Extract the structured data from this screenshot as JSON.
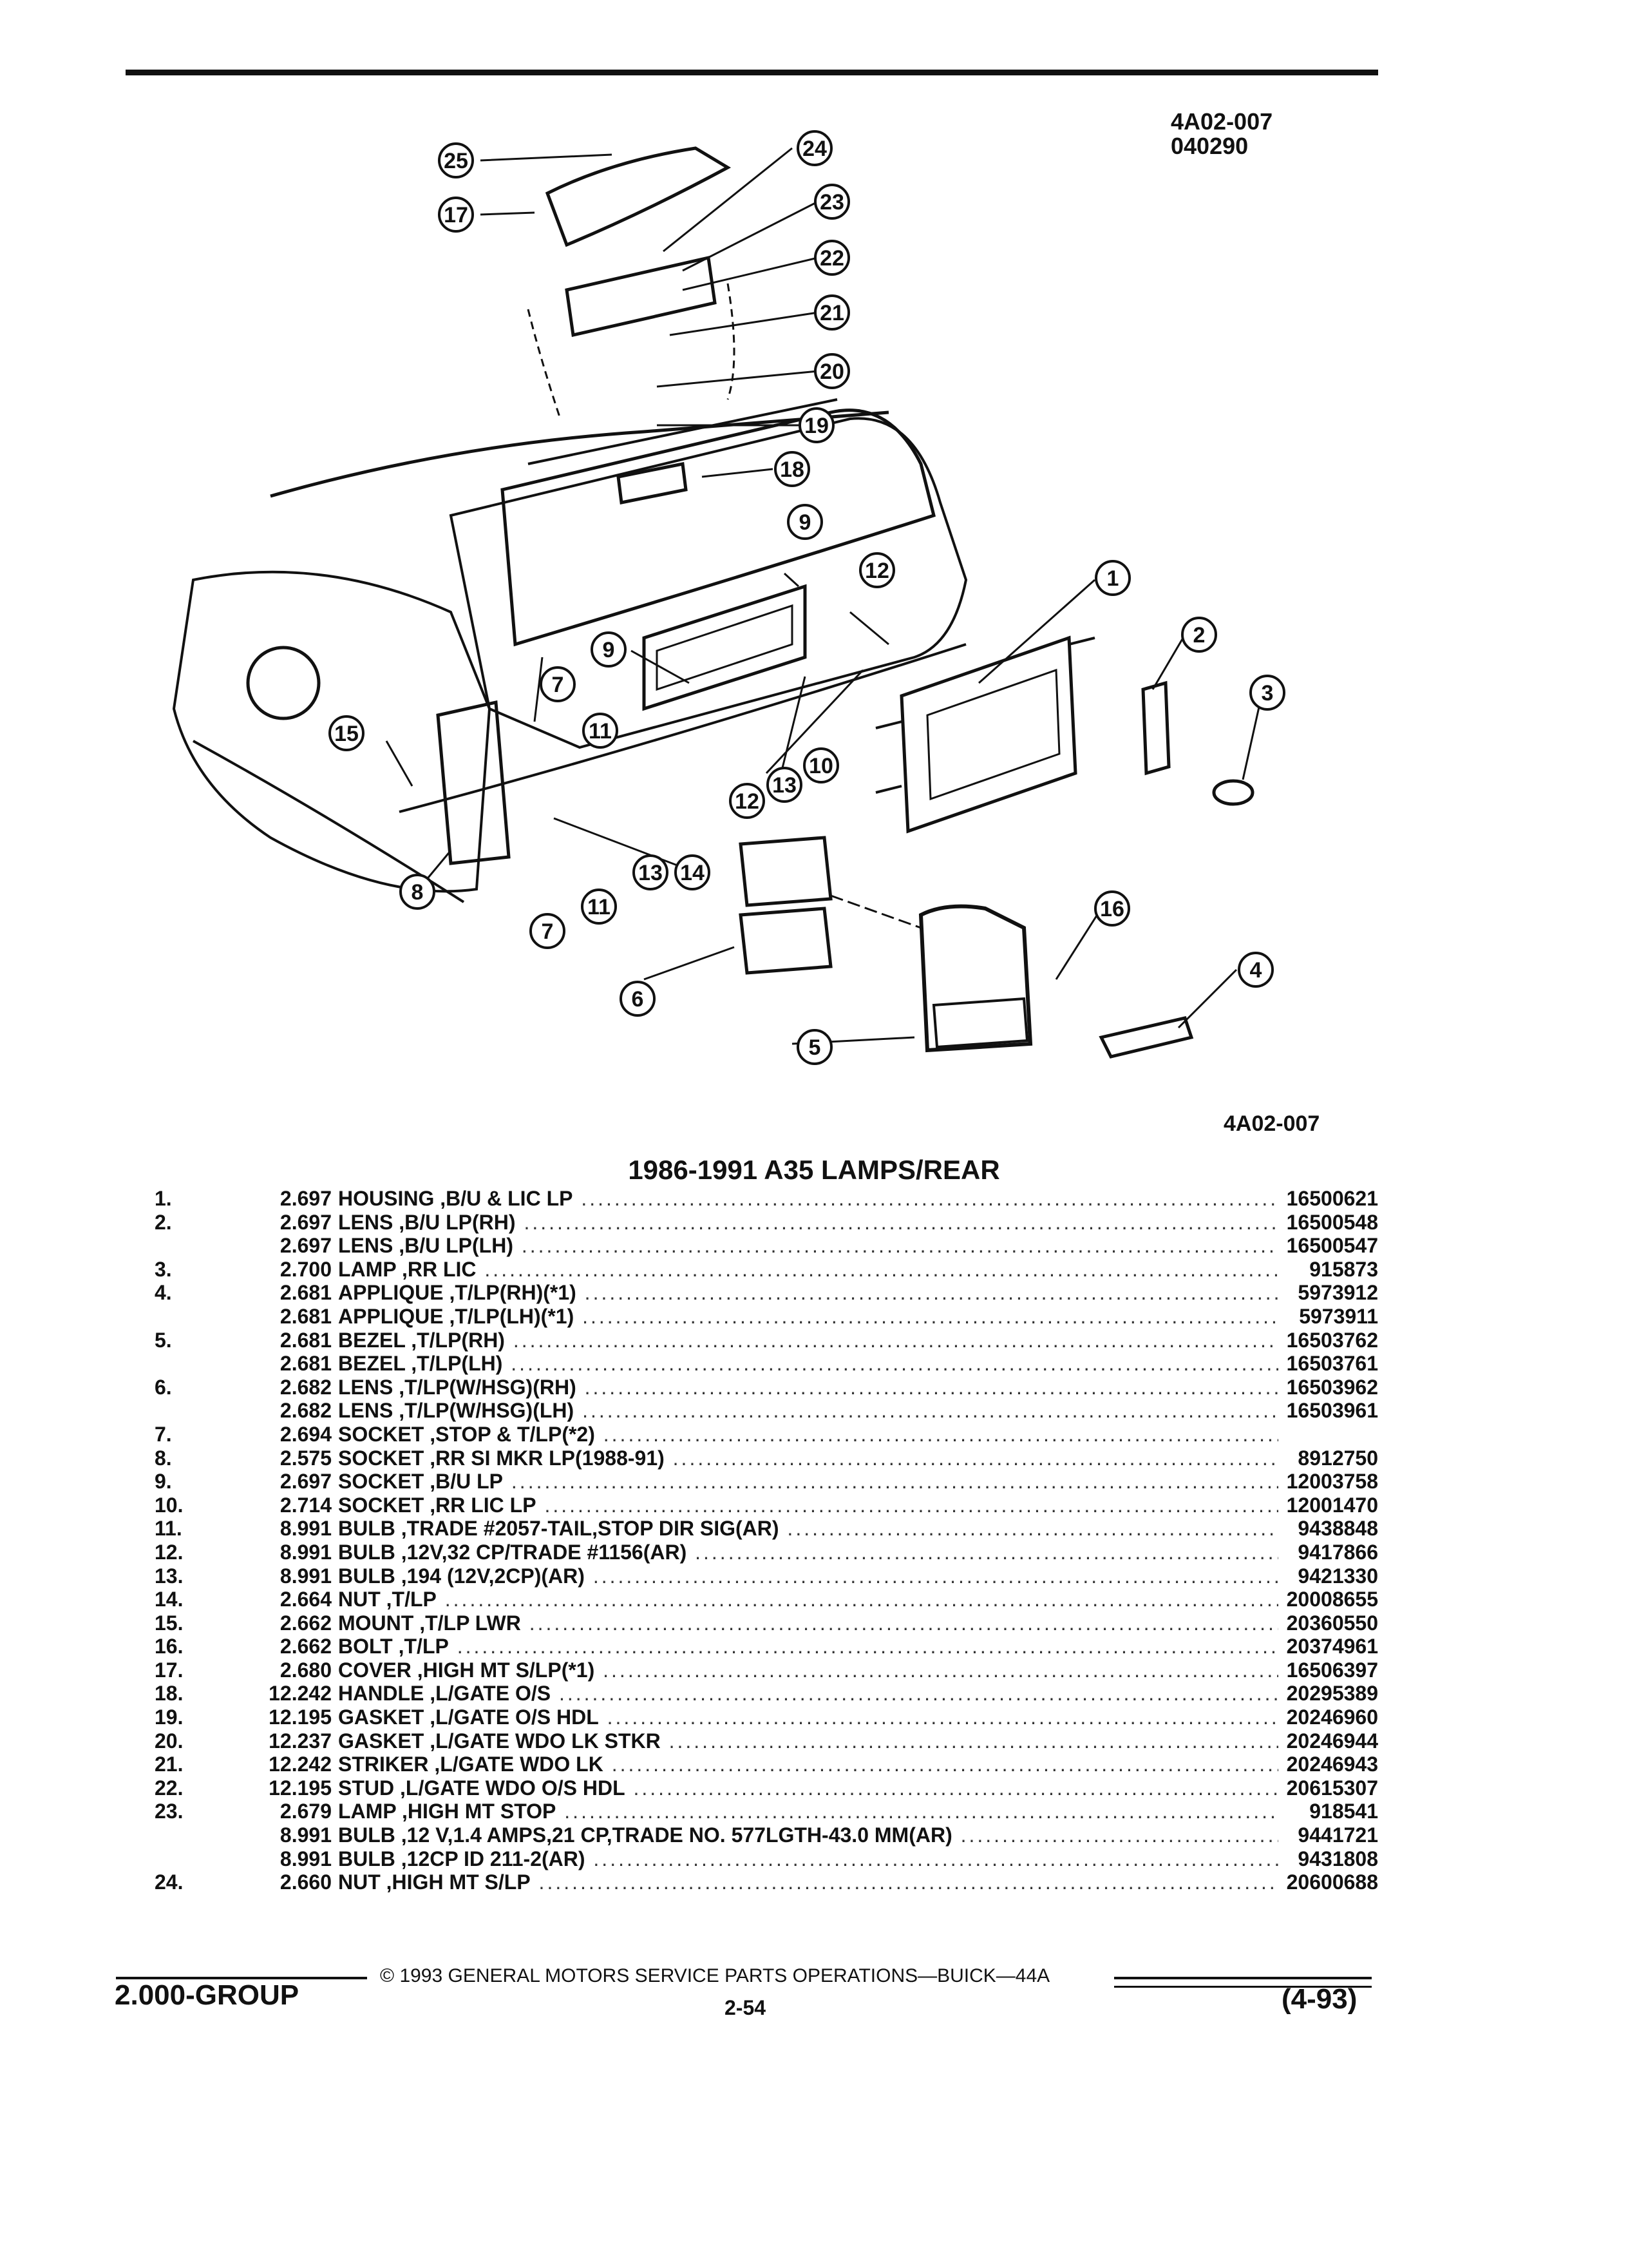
{
  "illustration_code_top": "4A02-007",
  "illustration_date": "040290",
  "illustration_code_bottom": "4A02-007",
  "title": "1986-1991 A35 LAMPS/REAR",
  "callouts": [
    "1",
    "2",
    "3",
    "4",
    "5",
    "6",
    "7",
    "7",
    "8",
    "9",
    "9",
    "10",
    "11",
    "11",
    "12",
    "12",
    "13",
    "13",
    "14",
    "15",
    "16",
    "17",
    "18",
    "19",
    "20",
    "21",
    "22",
    "23",
    "24",
    "25"
  ],
  "parts": [
    {
      "num": "1.",
      "group": "2.697",
      "desc": "HOUSING ,B/U & LIC LP",
      "pn": "16500621"
    },
    {
      "num": "2.",
      "group": "2.697",
      "desc": "LENS ,B/U LP(RH)",
      "pn": "16500548"
    },
    {
      "num": "",
      "group": "2.697",
      "desc": "LENS ,B/U LP(LH)",
      "pn": "16500547"
    },
    {
      "num": "3.",
      "group": "2.700",
      "desc": "LAMP ,RR LIC",
      "pn": "915873"
    },
    {
      "num": "4.",
      "group": "2.681",
      "desc": "APPLIQUE ,T/LP(RH)(*1)",
      "pn": "5973912"
    },
    {
      "num": "",
      "group": "2.681",
      "desc": "APPLIQUE ,T/LP(LH)(*1)",
      "pn": "5973911"
    },
    {
      "num": "5.",
      "group": "2.681",
      "desc": "BEZEL ,T/LP(RH)",
      "pn": "16503762"
    },
    {
      "num": "",
      "group": "2.681",
      "desc": "BEZEL ,T/LP(LH)",
      "pn": "16503761"
    },
    {
      "num": "6.",
      "group": "2.682",
      "desc": "LENS ,T/LP(W/HSG)(RH)",
      "pn": "16503962"
    },
    {
      "num": "",
      "group": "2.682",
      "desc": "LENS ,T/LP(W/HSG)(LH)",
      "pn": "16503961"
    },
    {
      "num": "7.",
      "group": "2.694",
      "desc": "SOCKET ,STOP & T/LP(*2)",
      "pn": ""
    },
    {
      "num": "8.",
      "group": "2.575",
      "desc": "SOCKET ,RR SI MKR LP(1988-91)",
      "pn": "8912750"
    },
    {
      "num": "9.",
      "group": "2.697",
      "desc": "SOCKET ,B/U LP",
      "pn": "12003758"
    },
    {
      "num": "10.",
      "group": "2.714",
      "desc": "SOCKET ,RR LIC LP",
      "pn": "12001470"
    },
    {
      "num": "11.",
      "group": "8.991",
      "desc": "BULB ,TRADE #2057-TAIL,STOP DIR SIG(AR)",
      "pn": "9438848"
    },
    {
      "num": "12.",
      "group": "8.991",
      "desc": "BULB ,12V,32 CP/TRADE #1156(AR)",
      "pn": "9417866"
    },
    {
      "num": "13.",
      "group": "8.991",
      "desc": "BULB ,194 (12V,2CP)(AR)",
      "pn": "9421330"
    },
    {
      "num": "14.",
      "group": "2.664",
      "desc": "NUT ,T/LP",
      "pn": "20008655"
    },
    {
      "num": "15.",
      "group": "2.662",
      "desc": "MOUNT ,T/LP LWR",
      "pn": "20360550"
    },
    {
      "num": "16.",
      "group": "2.662",
      "desc": "BOLT ,T/LP",
      "pn": "20374961"
    },
    {
      "num": "17.",
      "group": "2.680",
      "desc": "COVER ,HIGH MT S/LP(*1)",
      "pn": "16506397"
    },
    {
      "num": "18.",
      "group": "12.242",
      "desc": "HANDLE ,L/GATE O/S",
      "pn": "20295389"
    },
    {
      "num": "19.",
      "group": "12.195",
      "desc": "GASKET ,L/GATE O/S HDL",
      "pn": "20246960"
    },
    {
      "num": "20.",
      "group": "12.237",
      "desc": "GASKET ,L/GATE WDO LK STKR",
      "pn": "20246944"
    },
    {
      "num": "21.",
      "group": "12.242",
      "desc": "STRIKER ,L/GATE WDO LK",
      "pn": "20246943"
    },
    {
      "num": "22.",
      "group": "12.195",
      "desc": "STUD ,L/GATE WDO O/S HDL",
      "pn": "20615307"
    },
    {
      "num": "23.",
      "group": "2.679",
      "desc": "LAMP ,HIGH MT STOP",
      "pn": "918541"
    },
    {
      "num": "",
      "group": "8.991",
      "desc": "BULB ,12 V,1.4 AMPS,21 CP,TRADE NO. 577LGTH-43.0 MM(AR)",
      "pn": "9441721"
    },
    {
      "num": "",
      "group": "8.991",
      "desc": "BULB ,12CP ID 211-2(AR)",
      "pn": "9431808"
    },
    {
      "num": "24.",
      "group": "2.660",
      "desc": "NUT ,HIGH MT S/LP",
      "pn": "20600688"
    }
  ],
  "footer": {
    "copyright": "© 1993 GENERAL MOTORS SERVICE PARTS OPERATIONS—BUICK—44A",
    "group_label": "2.000-GROUP",
    "page": "2-54",
    "revision": "(4-93)"
  }
}
